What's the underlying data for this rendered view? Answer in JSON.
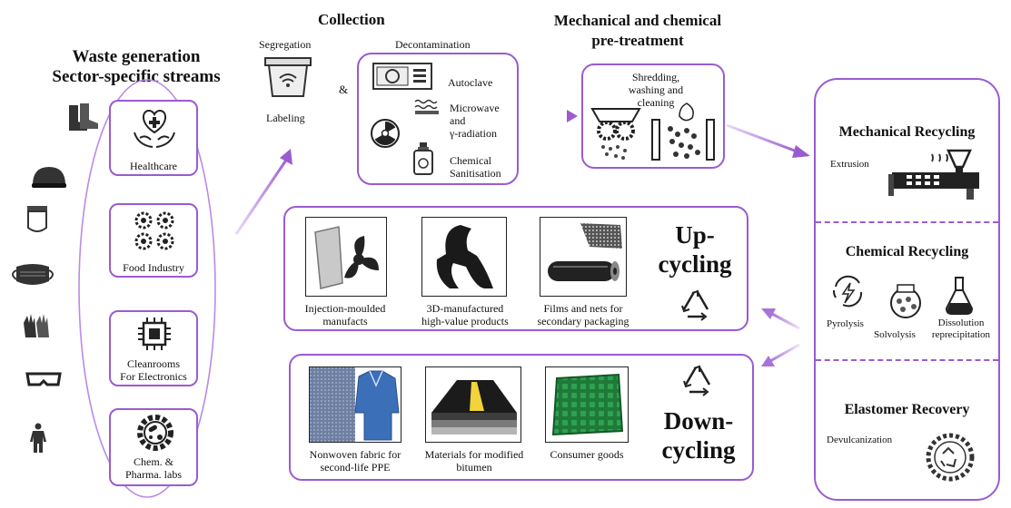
{
  "waste": {
    "title_line1": "Waste generation",
    "title_line2": "Sector-specific streams",
    "sectors": [
      "Healthcare",
      "Food Industry",
      "Cleanrooms\nFor Electronics",
      "Chem. &\nPharma. labs"
    ]
  },
  "collection": {
    "title": "Collection",
    "segregation": "Segregation",
    "labeling": "Labeling",
    "amp": "&",
    "decontamination": "Decontamination",
    "methods": [
      "Autoclave",
      "Microwave\nand\nγ-radiation",
      "Chemical\nSanitisation"
    ]
  },
  "pretreatment": {
    "title_line1": "Mechanical and chemical",
    "title_line2": "pre-treatment",
    "label": "Shredding,\nwashing and\ncleaning"
  },
  "recycling": {
    "mechanical": {
      "title": "Mechanical Recycling",
      "method": "Extrusion"
    },
    "chemical": {
      "title": "Chemical Recycling",
      "methods": [
        "Pyrolysis",
        "Solvolysis",
        "Dissolution\nreprecipitation"
      ]
    },
    "elastomer": {
      "title": "Elastomer Recovery",
      "method": "Devulcanization"
    }
  },
  "upcycling": {
    "label": "Up-\ncycling",
    "products": [
      "Injection-moulded\nmanufacts",
      "3D-manufactured\nhigh-value products",
      "Films and nets for\nsecondary packaging"
    ]
  },
  "downcycling": {
    "label": "Down-\ncycling",
    "products": [
      "Nonwoven fabric for\nsecond-life PPE",
      "Materials for modified\nbitumen",
      "Consumer goods"
    ]
  },
  "colors": {
    "accent": "#9b5bd0",
    "arrow": "#b98be6"
  }
}
